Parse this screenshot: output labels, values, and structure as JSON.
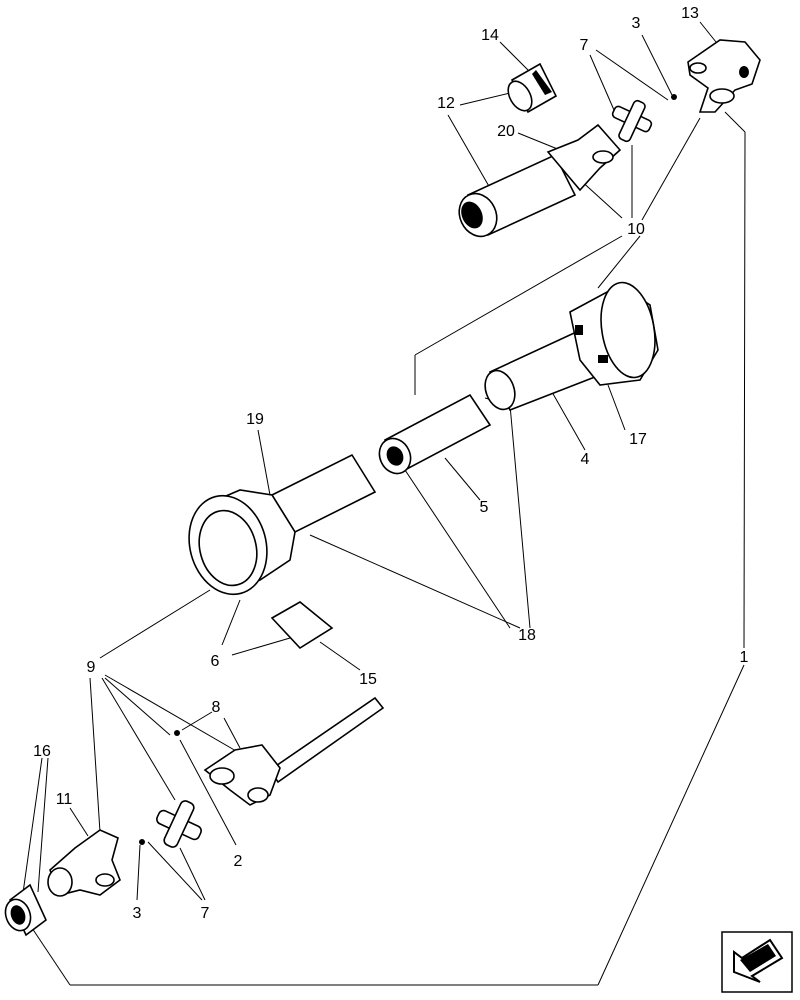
{
  "callouts": [
    {
      "id": "c1",
      "text": "1"
    },
    {
      "id": "c2",
      "text": "2"
    },
    {
      "id": "c3a",
      "text": "3"
    },
    {
      "id": "c3b",
      "text": "3"
    },
    {
      "id": "c4",
      "text": "4"
    },
    {
      "id": "c5",
      "text": "5"
    },
    {
      "id": "c6",
      "text": "6"
    },
    {
      "id": "c7a",
      "text": "7"
    },
    {
      "id": "c7b",
      "text": "7"
    },
    {
      "id": "c8",
      "text": "8"
    },
    {
      "id": "c9",
      "text": "9"
    },
    {
      "id": "c10",
      "text": "10"
    },
    {
      "id": "c11",
      "text": "11"
    },
    {
      "id": "c12",
      "text": "12"
    },
    {
      "id": "c13",
      "text": "13"
    },
    {
      "id": "c14",
      "text": "14"
    },
    {
      "id": "c15",
      "text": "15"
    },
    {
      "id": "c16",
      "text": "16"
    },
    {
      "id": "c17",
      "text": "17"
    },
    {
      "id": "c18",
      "text": "18"
    },
    {
      "id": "c19",
      "text": "19"
    },
    {
      "id": "c20",
      "text": "20"
    }
  ],
  "icons": {
    "nav": "arrow-icon"
  }
}
